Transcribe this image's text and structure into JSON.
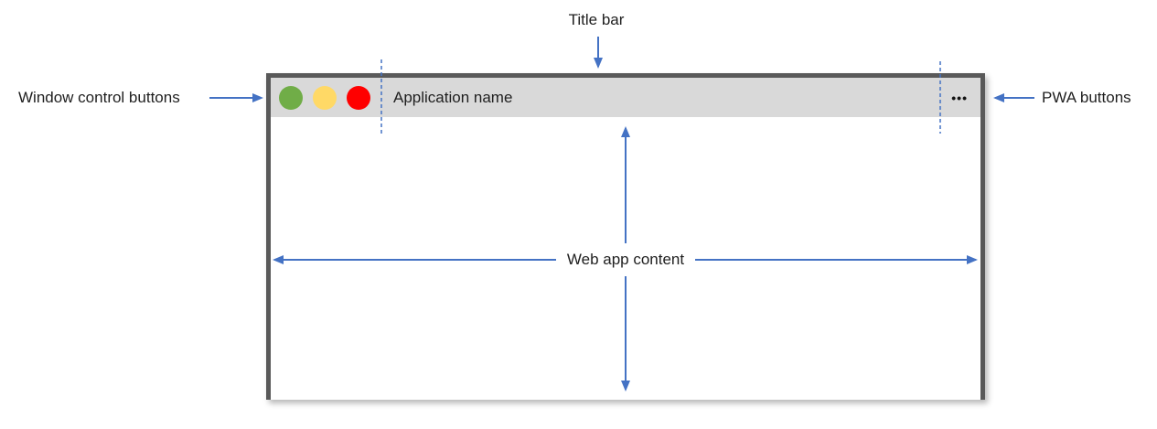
{
  "labels": {
    "title_bar": "Title bar",
    "window_controls": "Window control buttons",
    "pwa_buttons": "PWA buttons",
    "web_app_content": "Web app content"
  },
  "window": {
    "app_name": "Application name",
    "pwa_menu_glyph": "•••"
  },
  "icons": {
    "window_control_buttons": [
      "green-circle-icon",
      "yellow-circle-icon",
      "red-circle-icon"
    ],
    "pwa_menu": "ellipsis-icon"
  },
  "colors": {
    "annotation_blue": "#4472C4",
    "titlebar_background": "#D9D9D9",
    "window_border": "#595959",
    "control_green": "#70AD47",
    "control_yellow": "#FFD966",
    "control_red": "#FF0000",
    "label_text": "#1F1F1F"
  }
}
